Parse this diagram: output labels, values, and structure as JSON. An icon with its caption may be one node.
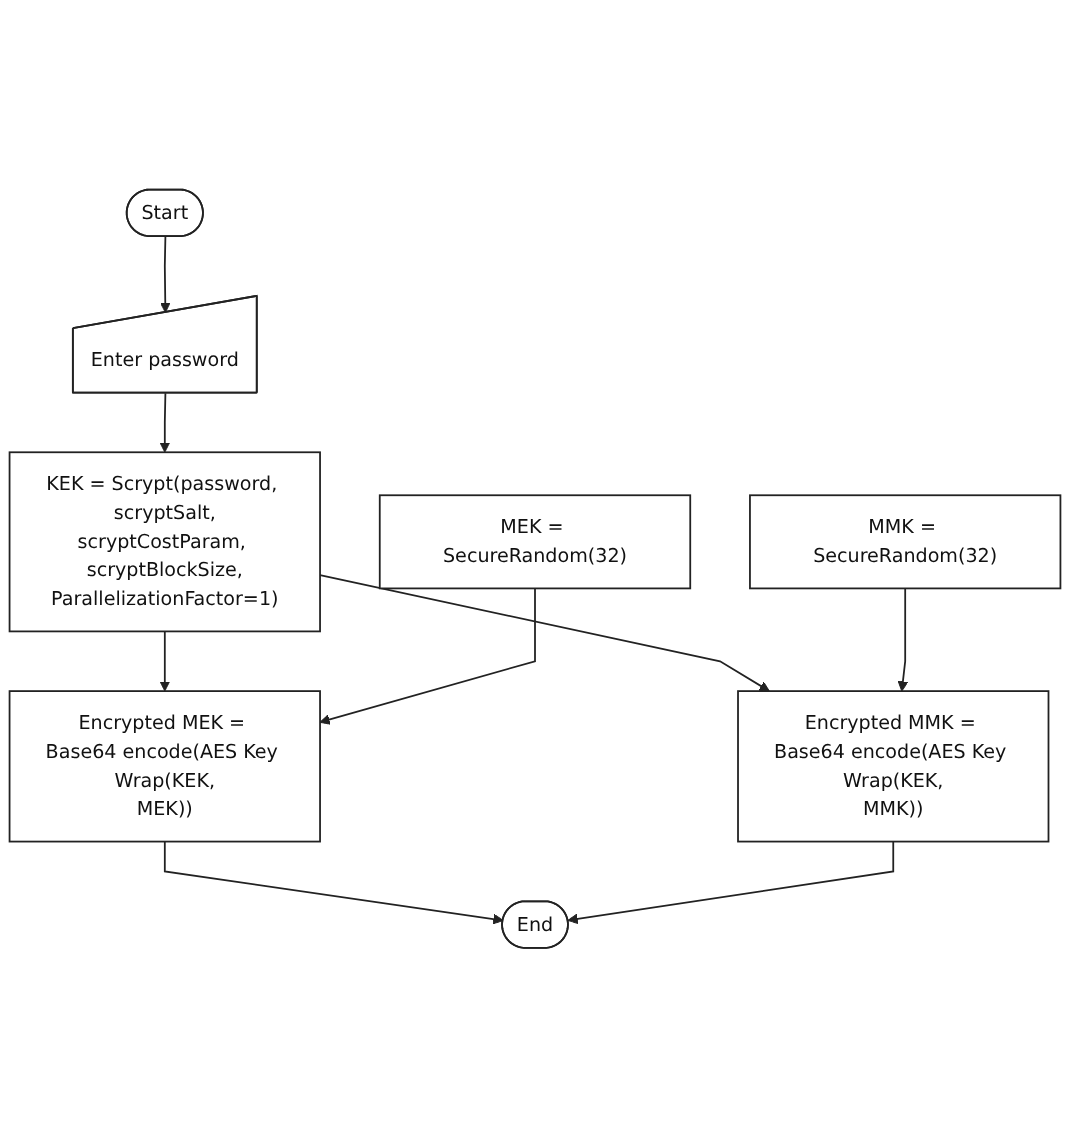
{
  "diagram": {
    "nodes": [
      {
        "text": [
          "Start"
        ]
      },
      {
        "text": [
          "Enter password"
        ]
      },
      {
        "text": [
          "KEK = Scrypt(password, scryptSalt, scryptCostParam, scryptBlockSize, ParallelizationFactor=1)"
        ]
      },
      {
        "text": [
          "MEK = SecureRandom(32)"
        ]
      },
      {
        "text": [
          "Encrypted MEK = Base64 encode(AES Key Wrap(KEK, MEK))"
        ]
      },
      {
        "text": [
          "MMK = SecureRandom(32)"
        ]
      },
      {
        "text": [
          "Encrypted MMK = Base64 encode(AES Key Wrap(KEK, MMK))"
        ]
      },
      {
        "text": [
          "End"
        ]
      }
    ],
    "edges": [
      {
        "from": 0,
        "to": 1,
        "arrow": "to"
      },
      {
        "from": 1,
        "to": 2,
        "arrow": "to"
      },
      {
        "from": 2,
        "to": 4,
        "arrow": "to"
      },
      {
        "from": 2,
        "to": 6,
        "arrow": "to"
      },
      {
        "from": 3,
        "to": 4,
        "arrow": "to"
      },
      {
        "from": 5,
        "to": 6,
        "arrow": "to"
      },
      {
        "from": 4,
        "to": 7,
        "arrow": "to"
      },
      {
        "from": 6,
        "to": 7,
        "arrow": "to"
      }
    ]
  }
}
